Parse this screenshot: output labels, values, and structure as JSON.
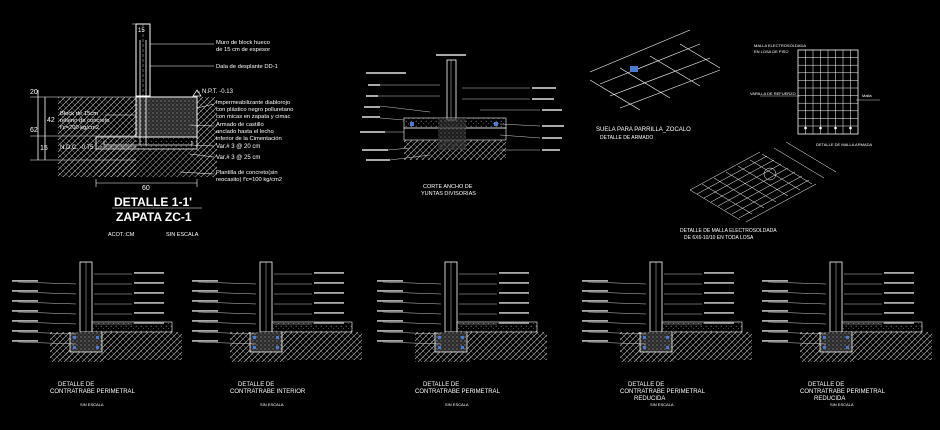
{
  "colors": {
    "background": "#000000",
    "line": "#ffffff",
    "accent_blue": "#4a7bd0",
    "accent_yellow": "#e8d44a",
    "accent_gray": "#9a9a9a"
  },
  "main_detail": {
    "dim_top": "15",
    "dim_20": "20",
    "dim_42": "42",
    "dim_62": "62",
    "dim_15": "15",
    "dim_60": "60",
    "labels": {
      "block_wall": "Muro de block hueco",
      "block_wall_2": "de 15 cm de espesor",
      "dala": "Dala de desplante DD-1",
      "npt": "N.P.T. -0.13",
      "waterproof_1": "Impermeabilizante diablorojo",
      "waterproof_2": "con plástico negro polluretano",
      "waterproof_3": "con micas en zapata y cimac",
      "armado_1": "Armado de castillo",
      "armado_2": "anclado hasta el lecho",
      "armado_3": "inferior de la Cimentación",
      "var_1": "Var.# 3 @ 20 cm",
      "var_2": "Var.# 3 @ 25 cm",
      "plantilla_1": "Plantilla de concreto(sin",
      "plantilla_2": "reocasito) f'c=100 kg/cm2",
      "block_1": "Block de 15cm",
      "block_2": "relleno de concreto",
      "block_3": "f'c=200 kg/cm2",
      "ndc": "N.D.C. -0.75"
    },
    "title_1": "DETALLE 1-1'",
    "title_2": "ZAPATA ZC-1",
    "acot": "ACOT.:CM",
    "escala": "SIN ESCALA"
  },
  "upper_details": {
    "section_title_1": "CORTE ANCHO DE",
    "section_title_2": "YUNTAS DIVISORIAS",
    "mesh_title_1": "SUELA PARA PARRILLA_ZOCALO",
    "mesh_title_2": "DETALLE DE ARMADO",
    "iso_title_1": "DETALLE DE MALLA ELECTROSOLDADA",
    "iso_title_2": "DE 6X6-10/10 EN TODA LOSA",
    "grid_note_1": "MALLA ELECTROSOLDADA",
    "grid_note_2": "EN LOSA DE PISO",
    "grid_label": "VARILLA DE REFUERZO",
    "grid_right_1": "Malla",
    "grid_right_2": "DETALLE DE MALLA ARMADA"
  },
  "bottom_details": [
    {
      "title_1": "DETALLE DE",
      "title_2": "CONTRATRABE PERIMETRAL",
      "title_3": "",
      "scale": "SIN ESCALA"
    },
    {
      "title_1": "DETALLE DE",
      "title_2": "CONTRATRABE INTERIOR",
      "title_3": "",
      "scale": "SIN ESCALA"
    },
    {
      "title_1": "DETALLE DE",
      "title_2": "CONTRATRABE PERIMETRAL",
      "title_3": "",
      "scale": "SIN ESCALA"
    },
    {
      "title_1": "DETALLE DE",
      "title_2": "CONTRATRABE PERIMETRAL",
      "title_3": "REDUCIDA",
      "scale": "SIN ESCALA"
    },
    {
      "title_1": "DETALLE DE",
      "title_2": "CONTRATRABE PERIMETRAL",
      "title_3": "REDUCIDA",
      "scale": "SIN ESCALA"
    }
  ]
}
